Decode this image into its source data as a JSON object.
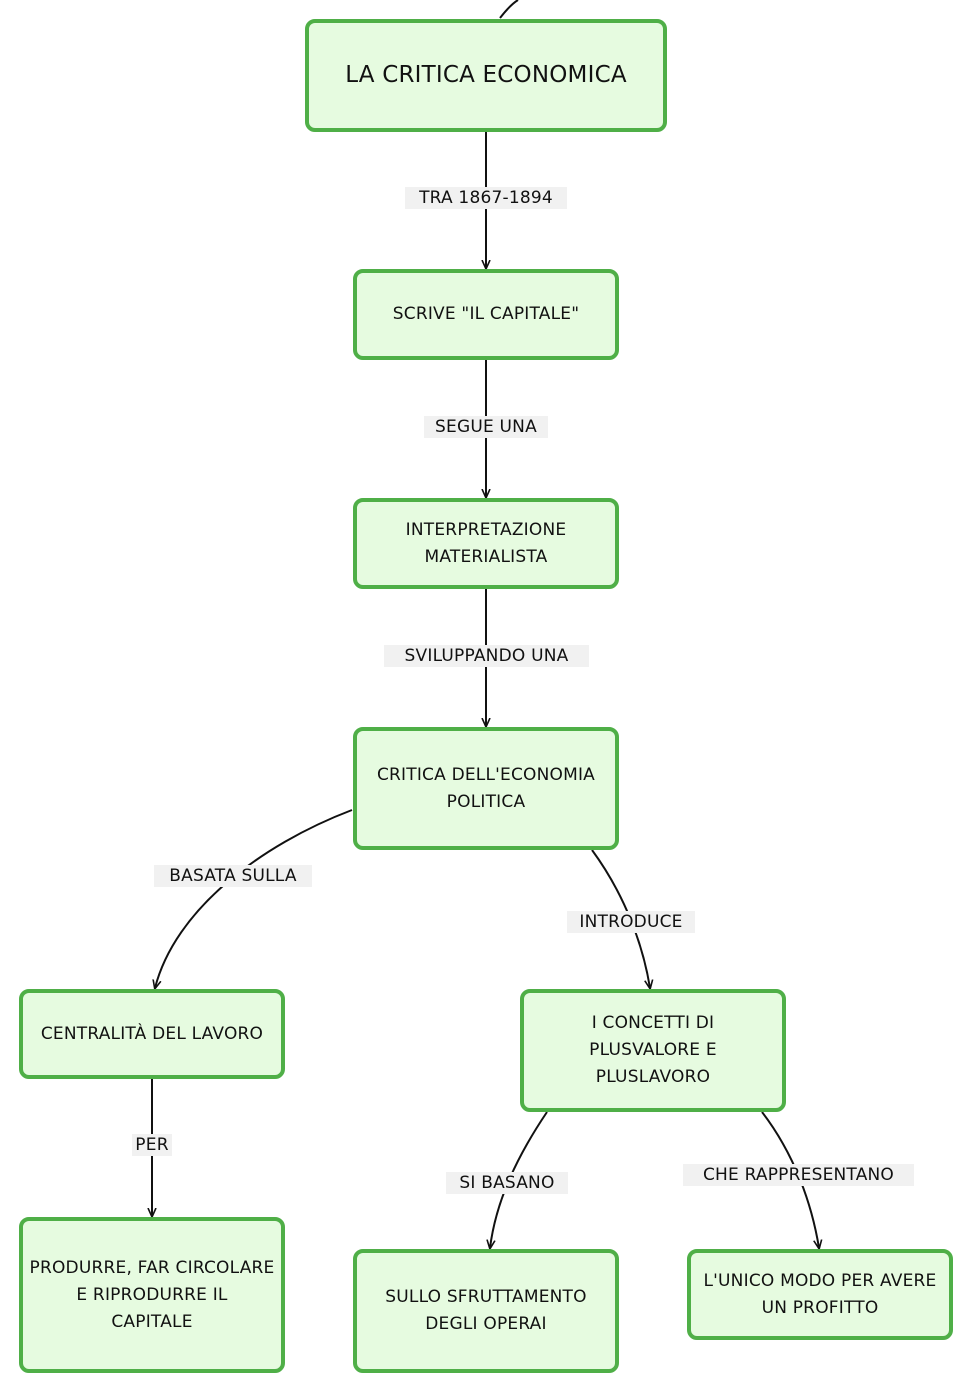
{
  "nodes": {
    "critica_economica": "LA CRITICA ECONOMICA",
    "scrive_capitale": "SCRIVE \"IL CAPITALE\"",
    "interpretazione": "INTERPRETAZIONE\nMATERIALISTA",
    "critica_politica": "CRITICA DELL'ECONOMIA\nPOLITICA",
    "centralita": "CENTRALITÀ DEL LAVORO",
    "concetti": "I CONCETTI DI\nPLUSVALORE E\nPLUSLAVORO",
    "produrre": "PRODURRE, FAR CIRCOLARE\nE RIPRODURRE IL\nCAPITALE",
    "sfruttamento": "SULLO SFRUTTAMENTO\nDEGLI OPERAI",
    "unico_modo": "L'UNICO MODO PER AVERE\nUN PROFITTO"
  },
  "edge_labels": {
    "tra": "TRA 1867-1894",
    "segue": "SEGUE UNA",
    "sviluppando": "SVILUPPANDO UNA",
    "basata": "BASATA SULLA",
    "introduce": "INTRODUCE",
    "per": "PER",
    "si_basano": "SI BASANO",
    "rappresentano": "CHE RAPPRESENTANO"
  },
  "colors": {
    "node_fill": "#e6fbe0",
    "node_border": "#4faf47",
    "edge": "#111111",
    "label_bg": "#f1f1f1"
  }
}
